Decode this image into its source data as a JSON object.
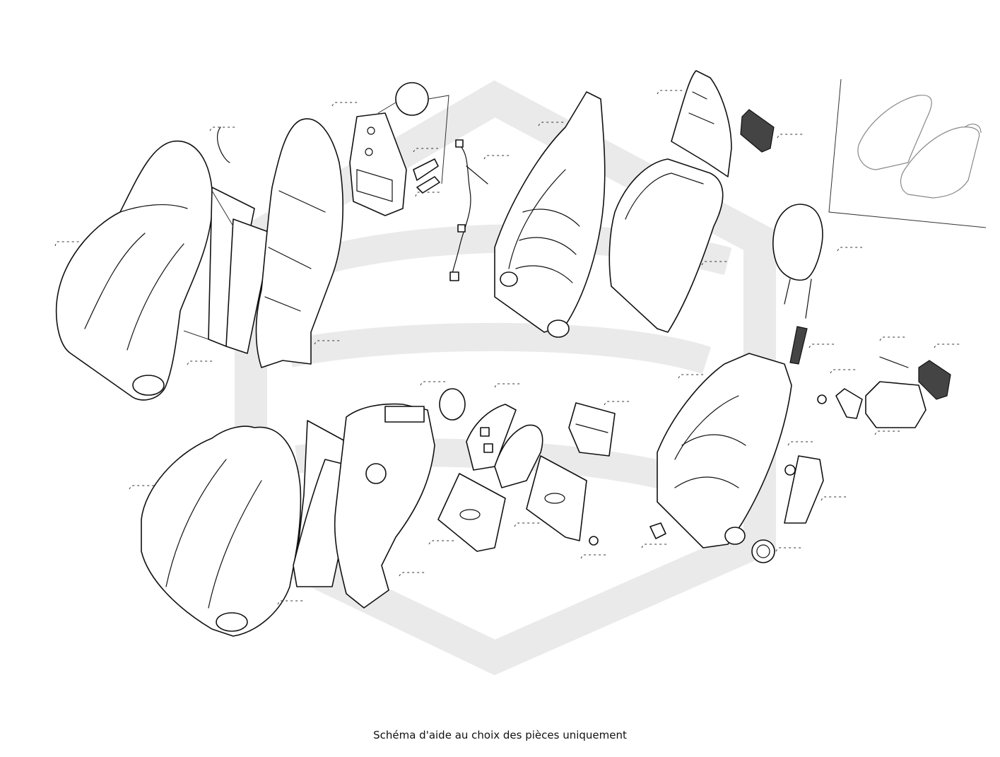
{
  "caption": "Schéma d'aide au choix des pièces uniquement",
  "colors": {
    "line": "#111111",
    "watermark": "#eaeaea",
    "thumbnail": "#888888"
  },
  "icons": [
    "seat-watermark-logo",
    "seat-location-thumbnail"
  ]
}
